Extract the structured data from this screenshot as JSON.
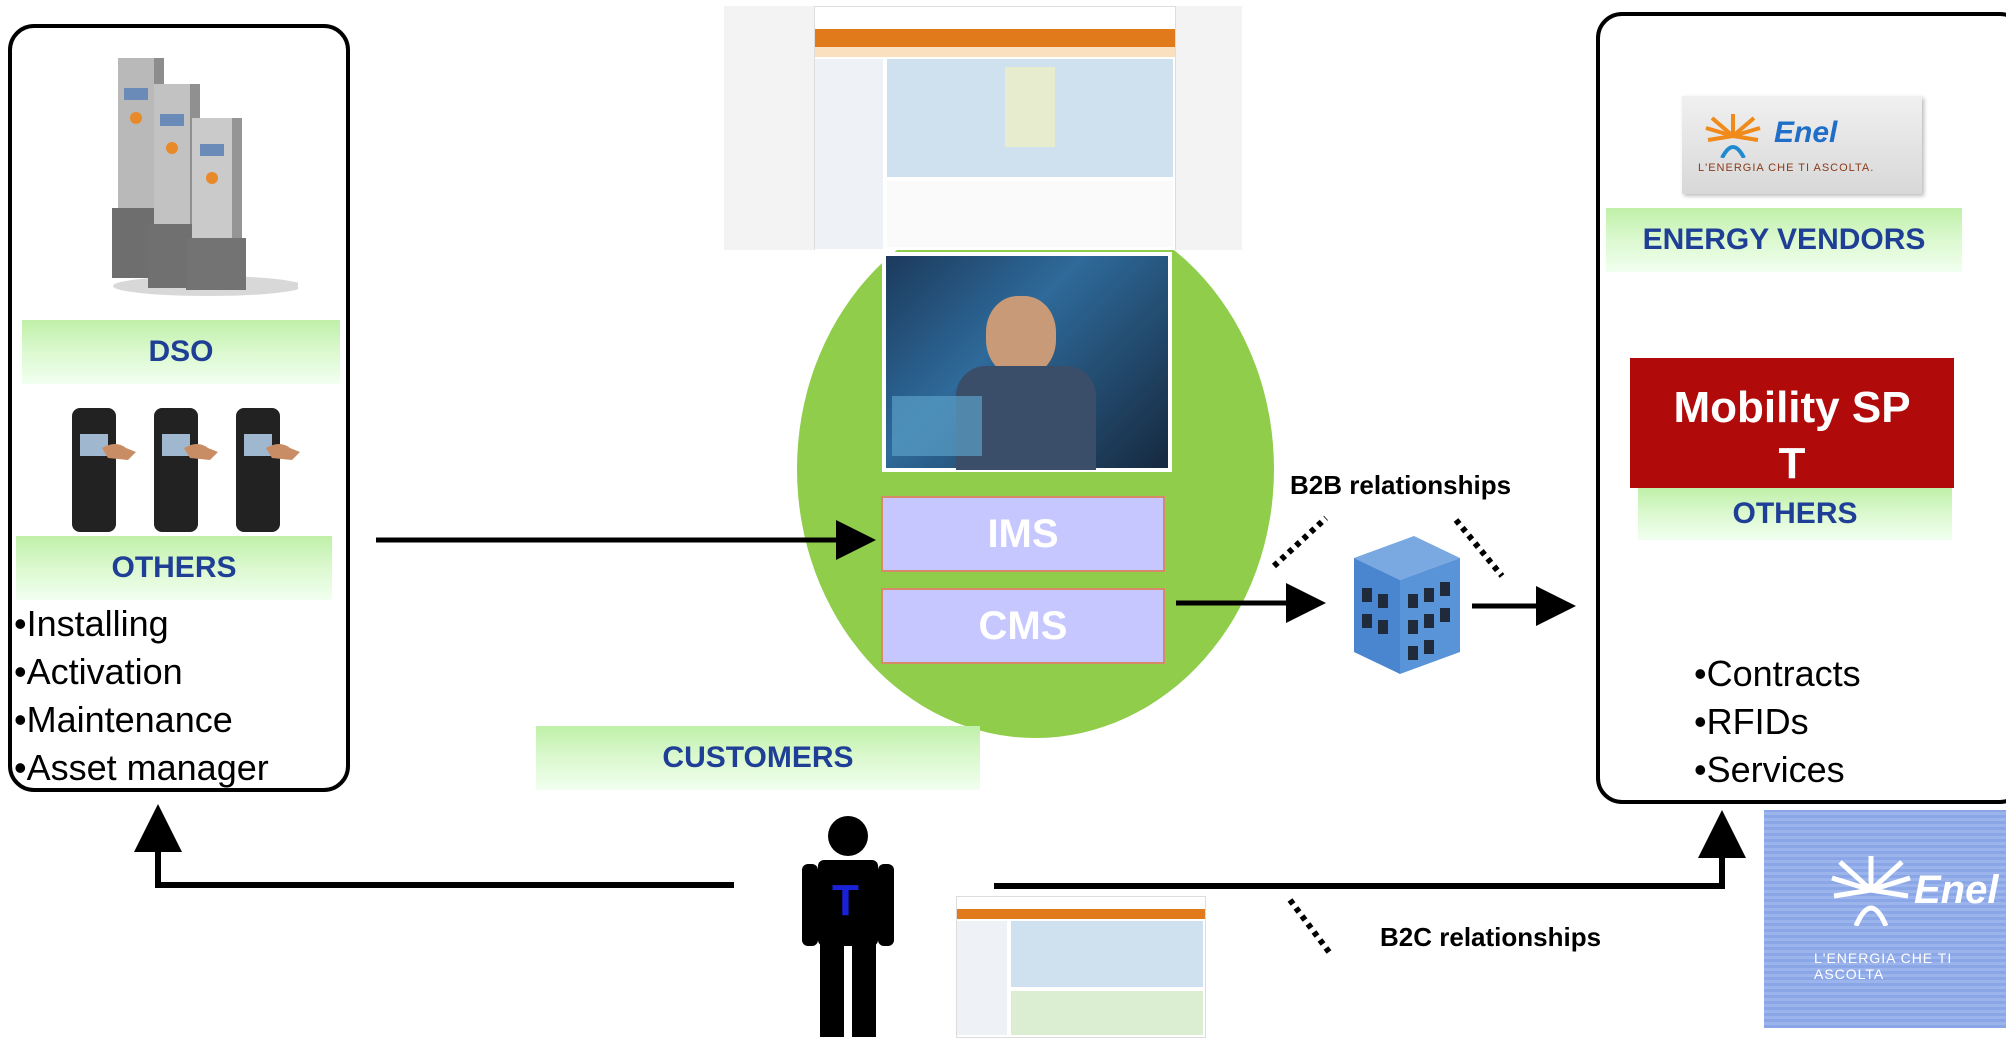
{
  "left_panel": {
    "dso_label": "DSO",
    "others_label": "OTHERS",
    "bullets": [
      "Installing",
      "Activation",
      "Maintenance",
      "Asset manager"
    ]
  },
  "center": {
    "ims_label": "IMS",
    "cms_label": "CMS",
    "customers_label": "CUSTOMERS",
    "b2b_label": "B2B relationships",
    "b2c_label": "B2C relationships",
    "person_letter": "T"
  },
  "right_panel": {
    "energy_vendors_label": "ENERGY VENDORS",
    "mobility_line1": "Mobility SP",
    "mobility_line2": "T",
    "others_label": "OTHERS",
    "bullets": [
      "Contracts",
      "RFIDs",
      "Services"
    ],
    "logo_name": "Enel",
    "logo_tagline": "L'ENERGIA CHE TI ASCOLTA."
  },
  "corner_logo": {
    "name": "Enel",
    "tagline": "L'ENERGIA CHE TI ASCOLTA"
  },
  "colors": {
    "green_ellipse": "#8fcd4b",
    "label_text": "#1f3f96",
    "system_box": "#c6c7ff",
    "mobility_red": "#b00a0a",
    "corner_logo_bg": "#8aa6e6"
  }
}
